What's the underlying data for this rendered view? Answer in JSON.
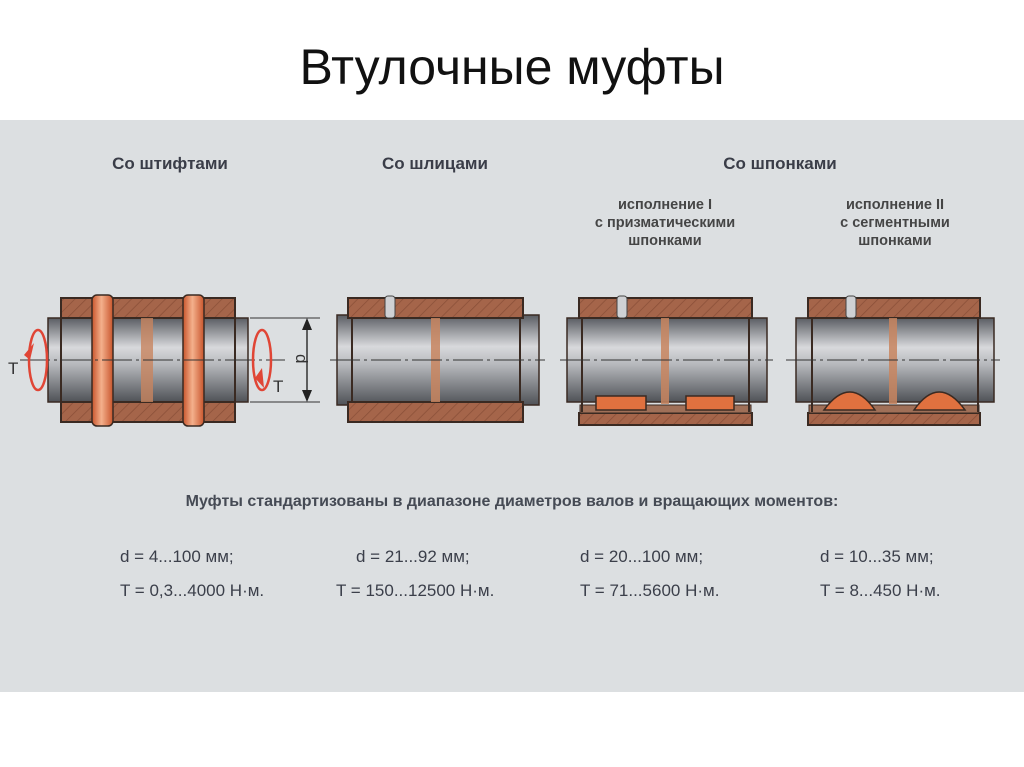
{
  "slide": {
    "title": "Втулочные муфты"
  },
  "diagram": {
    "types": [
      {
        "heading": "Со штифтами",
        "variant_lines": [],
        "labels": {
          "torque_left": "T",
          "torque_right": "T",
          "diameter": "d"
        },
        "spec": {
          "d": "d  =  4...100 мм;",
          "T": "T = 0,3...4000 Н·м."
        }
      },
      {
        "heading": "Со шлицами",
        "variant_lines": [],
        "spec": {
          "d": "d  =  21...92 мм;",
          "T": "T = 150...12500 Н·м."
        }
      },
      {
        "heading": "Со шпонками",
        "variant_lines": [
          "исполнение I",
          "с призматическими",
          "шпонками"
        ],
        "spec": {
          "d": "d  =  20...100 мм;",
          "T": "T = 71...5600 Н·м."
        }
      },
      {
        "heading": "",
        "variant_lines": [
          "исполнение II",
          "с сегментными",
          "шпонками"
        ],
        "spec": {
          "d": "d  =  10...35 мм;",
          "T": "T = 8...450 Н·м."
        }
      }
    ],
    "note": "Муфты стандартизованы в диапазоне диаметров валов и вращающих моментов:",
    "colors": {
      "panel_bg": "#dcdfe1",
      "sleeve": "#a5654a",
      "pin_key": "#e0713f",
      "shaft": "#8c8f94",
      "outline": "#3a2a22",
      "torque_arrow": "#e04535"
    }
  }
}
